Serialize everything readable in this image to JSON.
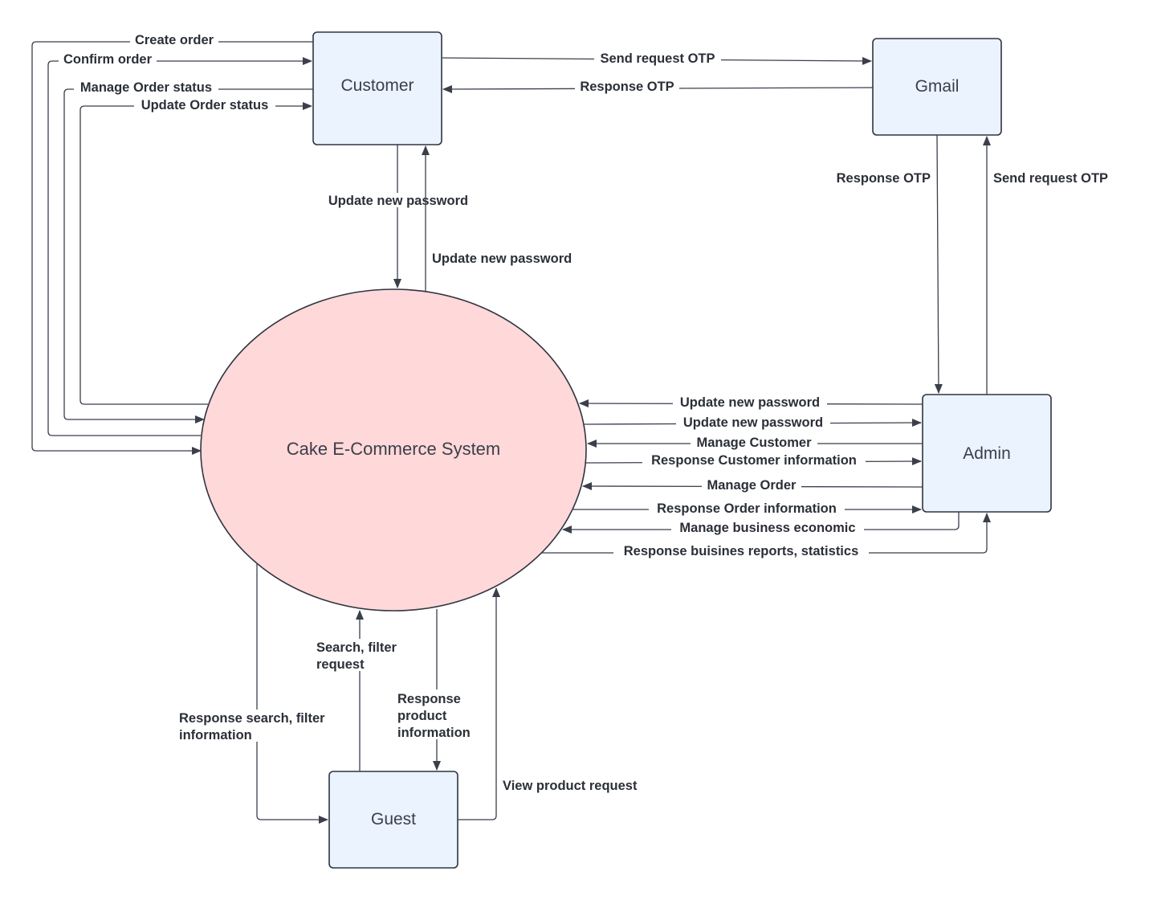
{
  "colors": {
    "entity_fill": "#ebf3ff",
    "entity_stroke": "#2f3440",
    "process_fill": "#ffd8d9",
    "process_stroke": "#2f3440",
    "line": "#3a3f4b",
    "label_bg": "#ffffff"
  },
  "process": {
    "label": "Cake E-Commerce System"
  },
  "entities": {
    "customer": "Customer",
    "gmail": "Gmail",
    "admin": "Admin",
    "guest": "Guest"
  },
  "flows": {
    "create_order": "Create order",
    "confirm_order": "Confirm order",
    "manage_order_status": "Manage Order status",
    "update_order_status": "Update Order status",
    "cust_send_otp": "Send request OTP",
    "cust_response_otp": "Response OTP",
    "cust_update_pw_down": "Update new password",
    "cust_update_pw_up": "Update new password",
    "admin_response_otp": "Response OTP",
    "admin_send_otp": "Send request OTP",
    "admin_update_pw_in": "Update new password",
    "admin_update_pw_out": "Update new password",
    "manage_customer": "Manage Customer",
    "response_customer_info": "Response Customer information",
    "manage_order": "Manage Order",
    "response_order_info": "Response Order information",
    "manage_business": "Manage business economic",
    "response_business": "Response buisines reports, statistics",
    "guest_response_search_1": "Response search, filter",
    "guest_response_search_2": "information",
    "guest_search_1": "Search, filter",
    "guest_search_2": "request",
    "guest_response_product_1": "Response",
    "guest_response_product_2": "product",
    "guest_response_product_3": "information",
    "guest_view_product": "View product request"
  }
}
